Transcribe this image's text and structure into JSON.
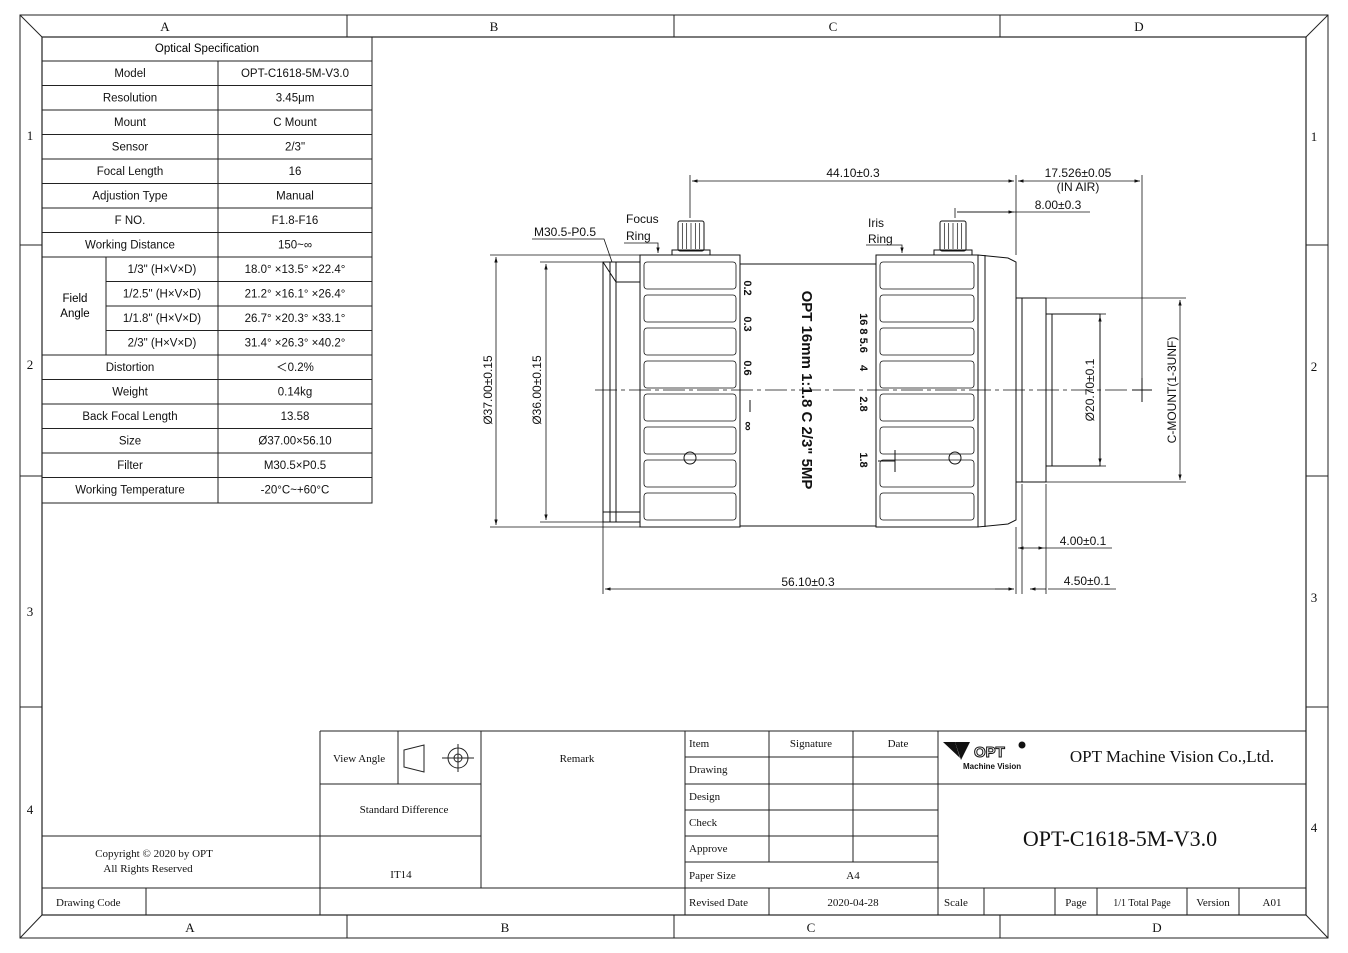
{
  "border": {
    "columns": [
      "A",
      "B",
      "C",
      "D"
    ],
    "rows": [
      "1",
      "2",
      "3",
      "4"
    ]
  },
  "spec": {
    "title": "Optical Specification",
    "rows": [
      {
        "label": "Model",
        "value": "OPT-C1618-5M-V3.0"
      },
      {
        "label": "Resolution",
        "value": "3.45μm"
      },
      {
        "label": "Mount",
        "value": "C Mount"
      },
      {
        "label": "Sensor",
        "value": "2/3\""
      },
      {
        "label": "Focal Length",
        "value": "16"
      },
      {
        "label": "Adjustion Type",
        "value": "Manual"
      },
      {
        "label": "F NO.",
        "value": "F1.8-F16"
      },
      {
        "label": "Working Distance",
        "value": "150~∞"
      }
    ],
    "field_label_1": "Field",
    "field_label_2": "Angle",
    "field_rows": [
      {
        "sensor": "1/3\" (H×V×D)",
        "value": "18.0° ×13.5° ×22.4°"
      },
      {
        "sensor": "1/2.5\" (H×V×D)",
        "value": "21.2° ×16.1° ×26.4°"
      },
      {
        "sensor": "1/1.8\" (H×V×D)",
        "value": "26.7° ×20.3° ×33.1°"
      },
      {
        "sensor": "2/3\" (H×V×D)",
        "value": "31.4° ×26.3° ×40.2°"
      }
    ],
    "rows2": [
      {
        "label": "Distortion",
        "value": "＜0.2%"
      },
      {
        "label": "Weight",
        "value": "0.14kg"
      },
      {
        "label": "Back Focal Length",
        "value": "13.58"
      },
      {
        "label": "Size",
        "value": "Ø37.00×56.10"
      },
      {
        "label": "Filter",
        "value": "M30.5×P0.5"
      },
      {
        "label": "Working Temperature",
        "value": "-20°C~+60°C"
      }
    ]
  },
  "drawing": {
    "dim_total": "56.10±0.3",
    "dim_44": "44.10±0.3",
    "dim_17": "17.526±0.05",
    "dim_in_air": "(IN AIR)",
    "dim_8": "8.00±0.3",
    "dim_4": "4.00±0.1",
    "dim_45": "4.50±0.1",
    "dia_37": "Ø37.00±0.15",
    "dia_36": "Ø36.00±0.15",
    "dia_207": "Ø20.70±0.1",
    "cmount": "C-MOUNT(1-3UNF)",
    "thread": "M30.5-P0.5",
    "focus_1": "Focus",
    "focus_2": "Ring",
    "iris_1": "Iris",
    "iris_2": "Ring",
    "barrel_text": "OPT 16mm 1:1.8 C 2/3\" 5MP",
    "focus_marks": [
      "0.2",
      "0.3",
      "0.6",
      "∞"
    ],
    "iris_marks": [
      "16 8 5.6",
      "4",
      "2.8",
      "1.8"
    ]
  },
  "title_block": {
    "view_angle": "View Angle",
    "remark": "Remark",
    "standard_difference": "Standard Difference",
    "tolerance": "IT14",
    "copyright_1": "Copyright © 2020 by OPT",
    "copyright_2": "All Rights Reserved",
    "drawing_code": "Drawing Code",
    "item": "Item",
    "signature": "Signature",
    "date": "Date",
    "drawing": "Drawing",
    "design": "Design",
    "check": "Check",
    "approve": "Approve",
    "paper_size": "Paper Size",
    "paper_size_value": "A4",
    "revised_date": "Revised Date",
    "revised_date_value": "2020-04-28",
    "logo_text": "OPT",
    "logo_sub": "Machine Vision",
    "company": "OPT Machine Vision Co.,Ltd.",
    "part_number": "OPT-C1618-5M-V3.0",
    "scale": "Scale",
    "page": "Page",
    "total_page": "1/1 Total Page",
    "version": "Version",
    "version_value": "A01"
  }
}
